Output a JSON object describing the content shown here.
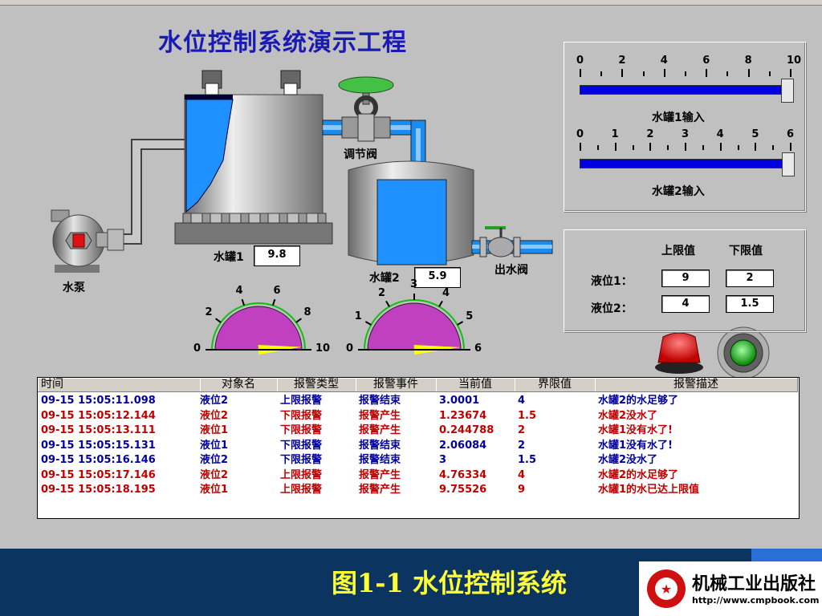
{
  "title": "水位控制系统演示工程",
  "labels": {
    "pump": "水泵",
    "tank1": "水罐1",
    "tank2": "水罐2",
    "control_valve": "调节阀",
    "outlet_valve": "出水阀"
  },
  "values": {
    "tank1": "9.8",
    "tank2": "5.9"
  },
  "sliders": [
    {
      "label": "水罐1输入",
      "ticks": [
        "0",
        "2",
        "4",
        "6",
        "8",
        "10"
      ],
      "value": 9.8,
      "max": 10
    },
    {
      "label": "水罐2输入",
      "ticks": [
        "0",
        "1",
        "2",
        "3",
        "4",
        "5",
        "6"
      ],
      "value": 5.9,
      "max": 6
    }
  ],
  "gauges": [
    {
      "ticks": [
        "0",
        "2",
        "4",
        "6",
        "8",
        "10"
      ],
      "value": 9.8,
      "max": 10
    },
    {
      "ticks": [
        "0",
        "1",
        "2",
        "3",
        "4",
        "5",
        "6"
      ],
      "value": 5.9,
      "max": 6
    }
  ],
  "limits": {
    "header_upper": "上限值",
    "header_lower": "下限值",
    "rows": [
      {
        "label": "液位1：",
        "upper": "9",
        "lower": "2"
      },
      {
        "label": "液位2：",
        "upper": "4",
        "lower": "1.5"
      }
    ]
  },
  "alarm_table": {
    "columns": [
      "时间",
      "对象名",
      "报警类型",
      "报警事件",
      "当前值",
      "界限值",
      "报警描述"
    ],
    "rows": [
      {
        "time": "09-15 15:05:11.098",
        "object": "液位2",
        "type": "上限报警",
        "event": "报警结束",
        "current": "3.0001",
        "limit": "4",
        "desc": "水罐2的水足够了",
        "color": "#00009c"
      },
      {
        "time": "09-15 15:05:12.144",
        "object": "液位2",
        "type": "下限报警",
        "event": "报警产生",
        "current": "1.23674",
        "limit": "1.5",
        "desc": "水罐2没水了",
        "color": "#c00000"
      },
      {
        "time": "09-15 15:05:13.111",
        "object": "液位1",
        "type": "下限报警",
        "event": "报警产生",
        "current": "0.244788",
        "limit": "2",
        "desc": "水罐1没有水了!",
        "color": "#c00000"
      },
      {
        "time": "09-15 15:05:15.131",
        "object": "液位1",
        "type": "下限报警",
        "event": "报警结束",
        "current": "2.06084",
        "limit": "2",
        "desc": "水罐1没有水了!",
        "color": "#00009c"
      },
      {
        "time": "09-15 15:05:16.146",
        "object": "液位2",
        "type": "下限报警",
        "event": "报警结束",
        "current": "3",
        "limit": "1.5",
        "desc": "水罐2没水了",
        "color": "#00009c"
      },
      {
        "time": "09-15 15:05:17.146",
        "object": "液位2",
        "type": "上限报警",
        "event": "报警产生",
        "current": "4.76334",
        "limit": "4",
        "desc": "水罐2的水足够了",
        "color": "#c00000"
      },
      {
        "time": "09-15 15:05:18.195",
        "object": "液位1",
        "type": "上限报警",
        "event": "报警产生",
        "current": "9.75526",
        "limit": "9",
        "desc": "水罐1的水已达上限值",
        "color": "#c00000"
      }
    ]
  },
  "caption": "图1-1 水位控制系统",
  "publisher": {
    "name": "机械工业出版社",
    "url": "http://www.cmpbook.com"
  },
  "colors": {
    "title": "#1a1ab4",
    "water": "#1e90ff",
    "pipe_blue": "#1a8cf0",
    "gauge_fill": "#c040c0",
    "needle": "#ffff00",
    "alarm_red": "#e01010",
    "lamp_green": "#10c010",
    "caption": "#ffff33",
    "footer_bg": "#0b3560"
  }
}
